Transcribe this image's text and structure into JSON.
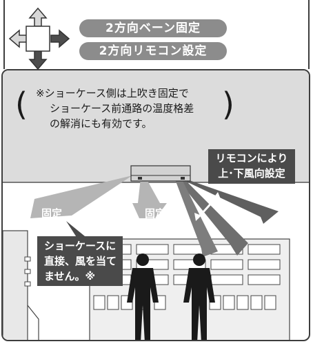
{
  "header": {
    "pill_top": "2方向ベーン固定",
    "pill_bottom": "2方向リモコン設定",
    "icon": "four-way-arrow-icon"
  },
  "note": {
    "line1": "※ショーケース側は上吹き固定で",
    "line2": "ショーケース前通路の温度格差",
    "line3": "の解消にも有効です。"
  },
  "callouts": {
    "remote_line1": "リモコンにより",
    "remote_line2": "上･下風向設定",
    "direct_line1": "ショーケースに",
    "direct_line2": "直接、風を当て",
    "direct_line3": "ません。※"
  },
  "labels": {
    "fixed_left": "固定",
    "fixed_center": "固定"
  },
  "colors": {
    "pill": "#8c8c8c",
    "ceiling": "#dcdcdc",
    "arrow_light": "#b5b5b5",
    "arrow_dark": "#5f5f5f",
    "callout_box": "#4a4a4a"
  }
}
